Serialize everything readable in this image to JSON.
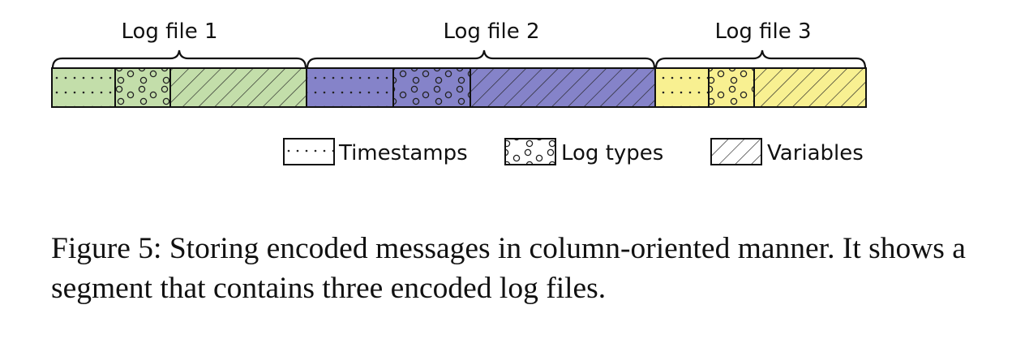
{
  "log_files": [
    {
      "label": "Log file 1",
      "segments": [
        {
          "kind": "timestamps",
          "fill": "#c3deaa"
        },
        {
          "kind": "log_types",
          "fill": "#c3deaa"
        },
        {
          "kind": "variables",
          "fill": "#c3deaa"
        }
      ]
    },
    {
      "label": "Log file 2",
      "segments": [
        {
          "kind": "timestamps",
          "fill": "#8583c9"
        },
        {
          "kind": "log_types",
          "fill": "#8583c9"
        },
        {
          "kind": "variables",
          "fill": "#8583c9"
        }
      ]
    },
    {
      "label": "Log file 3",
      "segments": [
        {
          "kind": "timestamps",
          "fill": "#f8f091"
        },
        {
          "kind": "log_types",
          "fill": "#f8f091"
        },
        {
          "kind": "variables",
          "fill": "#f8f091"
        }
      ]
    }
  ],
  "legend": {
    "timestamps": "Timestamps",
    "log_types": "Log types",
    "variables": "Variables"
  },
  "caption": {
    "label": "Figure 5:",
    "text": " Storing encoded messages in column-oriented manner. It shows a segment that contains three encoded log files."
  }
}
